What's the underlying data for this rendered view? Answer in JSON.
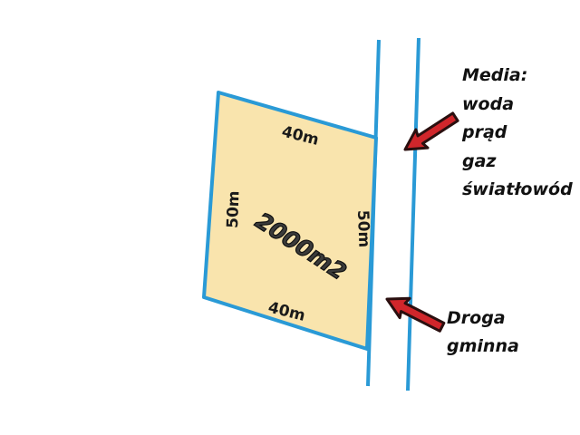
{
  "plot": {
    "top_side": "40m",
    "bottom_side": "40m",
    "left_side": "50m",
    "right_side": "50m",
    "area": "2000m2",
    "fill_color": "#f9e4ad",
    "border_color": "#2a9ad6"
  },
  "road_line_color": "#2a9ad6",
  "media_note": {
    "title": "Media:",
    "items": [
      "woda",
      "prąd",
      "gaz",
      "światłowód"
    ]
  },
  "road_note": {
    "lines": [
      "Droga",
      "gminna"
    ]
  },
  "arrow_colors": {
    "outline": "#2a0f0f",
    "fill": "#d0262b"
  }
}
